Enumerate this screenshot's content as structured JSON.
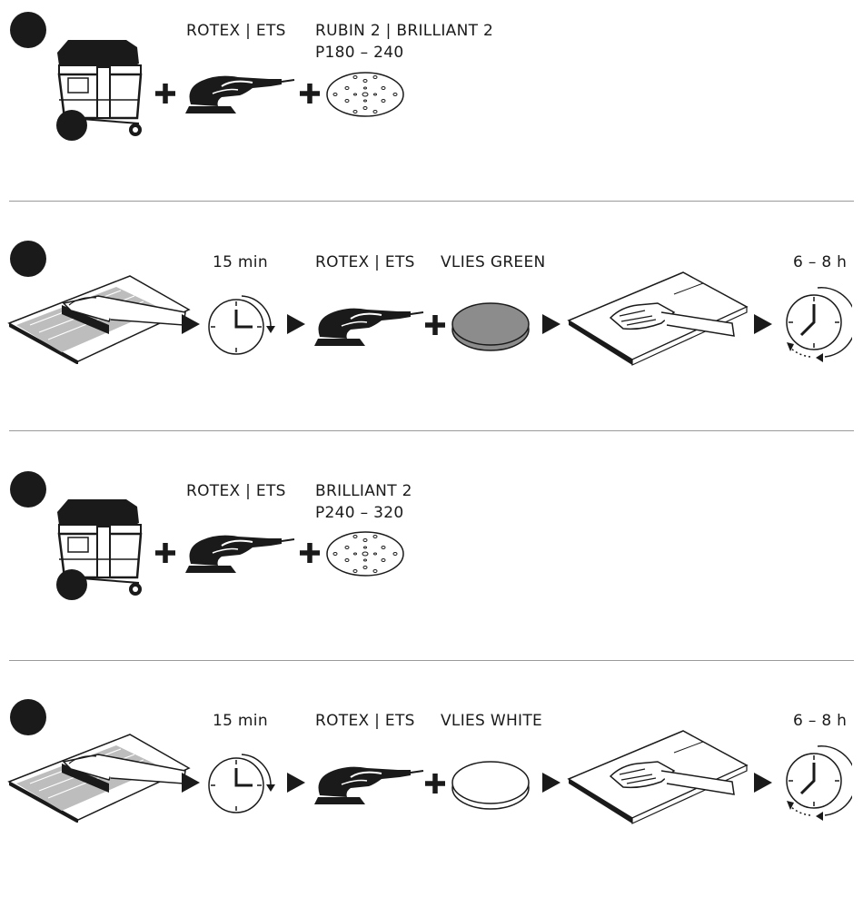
{
  "steps": [
    {
      "tool": "ROTEX | ETS",
      "abrasive_line1": "RUBIN 2 | BRILLIANT 2",
      "abrasive_line2": "P180 – 240"
    },
    {
      "wait": "15 min",
      "tool": "ROTEX | ETS",
      "pad": "VLIES GREEN",
      "dry": "6 – 8 h"
    },
    {
      "tool": "ROTEX | ETS",
      "abrasive_line1": "BRILLIANT 2",
      "abrasive_line2": "P240 – 320"
    },
    {
      "wait": "15 min",
      "tool": "ROTEX | ETS",
      "pad": "VLIES WHITE",
      "dry": "6 – 8 h"
    }
  ],
  "colors": {
    "ink": "#1a1a1a",
    "divider": "#9a9a9a",
    "vlies_green": "#8c8c8c",
    "vlies_white": "#ffffff"
  }
}
